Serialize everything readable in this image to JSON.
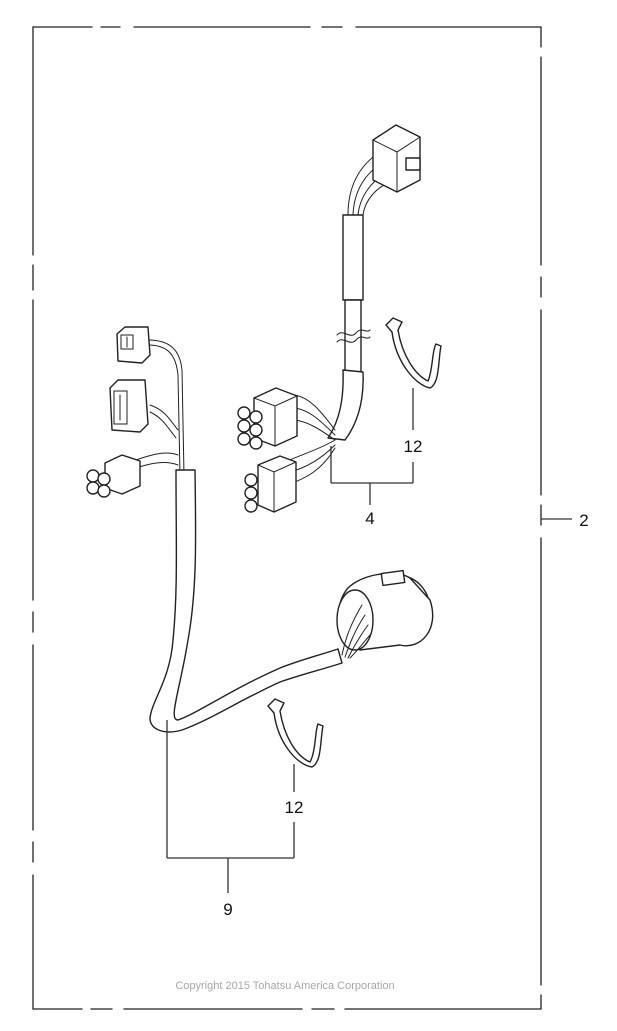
{
  "diagram": {
    "title": "Wiring harness parts diagram",
    "callouts": {
      "assembly": "2",
      "harness_upper": "4",
      "harness_main": "9",
      "clamp_upper": "12",
      "clamp_lower": "12"
    },
    "copyright": "Copyright 2015 Tohatsu America Corporation"
  }
}
